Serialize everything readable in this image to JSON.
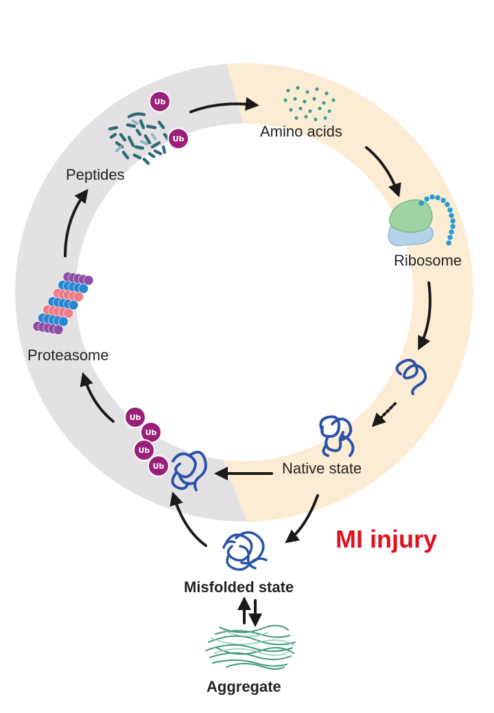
{
  "labels": {
    "amino_acids": "Amino acids",
    "ribosome": "Ribosome",
    "native_state": "Native state",
    "misfolded_state": "Misfolded state",
    "aggregate": "Aggregate",
    "proteasome": "Proteasome",
    "peptides": "Peptides",
    "mi_injury": "MI injury",
    "ub": "Ub"
  },
  "colors": {
    "ring_left": "#e4e1e4",
    "ring_right": "#fcecd4",
    "arrow": "#1a1a1a",
    "protein": "#2a52a8",
    "ub_fill": "#9a1f78",
    "alert": "#e3101e",
    "aggregate_fiber": "#3f9a76",
    "peptide": "#2f6a78",
    "amino": "#3e9c93",
    "ribosome_large": "#9ed3a2",
    "ribosome_small": "#b3d3ea",
    "chain": "#2a9bd4"
  }
}
